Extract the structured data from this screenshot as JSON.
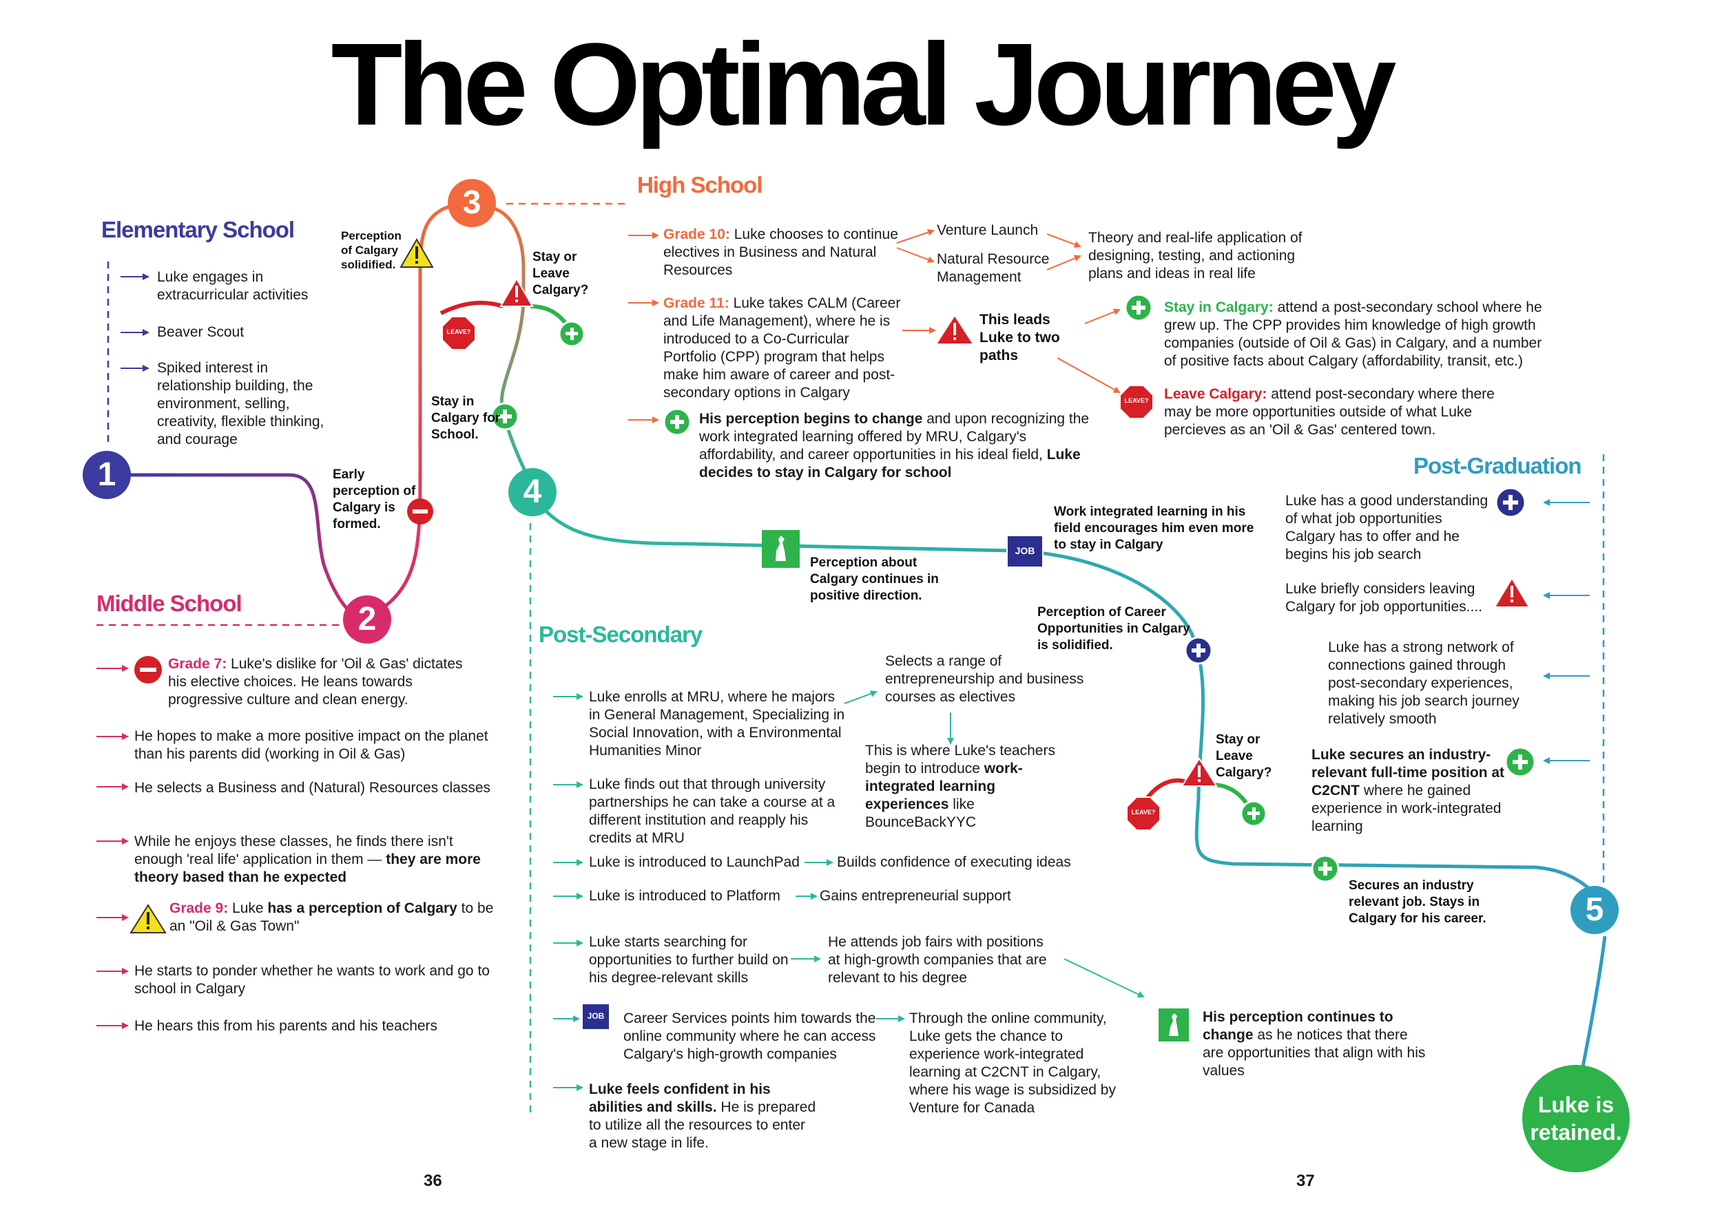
{
  "title": "The Optimal Journey",
  "colors": {
    "elementary": "#3b3ba0",
    "middle": "#d82b6a",
    "high": "#f26a3d",
    "post_secondary": "#2bb89a",
    "post_graduation": "#2f9dbf",
    "plus_green": "#2db34a",
    "alert_red": "#d61f26",
    "caution_yellow": "#f5e11b"
  },
  "sections": {
    "elementary": "Elementary School",
    "middle": "Middle School",
    "high": "High School",
    "post_secondary": "Post-Secondary",
    "post_graduation": "Post-Graduation"
  },
  "milestones": [
    "1",
    "2",
    "3",
    "4",
    "5"
  ],
  "badges": {
    "leave": "LEAVE?",
    "job": "JOB"
  },
  "final": {
    "line1": "Luke is",
    "line2": "retained."
  },
  "pages": {
    "left": "36",
    "right": "37"
  },
  "path_labels": {
    "early_perception": "Early perception of Calgary is formed.",
    "perception_solidified": "Perception of Calgary solidified.",
    "stay_or_leave_1": "Stay or Leave Calgary?",
    "stay_for_school": "Stay in Calgary for School.",
    "perception_positive": "Perception about Calgary continues in positive direction.",
    "wil_encourages": "Work integrated learning in his field encourages him even more to stay in Calgary",
    "career_solidified": "Perception of Career Opportunities in Calgary is solidified.",
    "stay_or_leave_2": "Stay or Leave Calgary?",
    "secures_job": "Secures an industry relevant job. Stays in Calgary for his career."
  },
  "elementary": {
    "items": [
      "Luke engages in extracurricular activities",
      "Beaver Scout",
      "Spiked interest in relationship building, the environment, selling, creativity, flexible thinking, and courage"
    ]
  },
  "middle": {
    "grade7_label": "Grade 7:",
    "grade7_text": "Luke's dislike for 'Oil & Gas' dictates his elective choices. He leans towards progressive culture and clean energy.",
    "item2": "He hopes to make a more positive impact on the planet than his parents did (working in Oil & Gas)",
    "item3": "He selects a Business and (Natural) Resources classes",
    "item4_a": "While he enjoys these classes, he finds there isn't enough 'real life' application in them — ",
    "item4_b": "they are more theory based than he expected",
    "grade9_label": "Grade 9:",
    "grade9_a": "Luke ",
    "grade9_b": "has a perception of Calgary",
    "grade9_c": " to be an \"Oil & Gas Town\"",
    "item6": "He starts to ponder whether he wants to work and go to school in Calgary",
    "item7": "He hears this from his parents and his teachers"
  },
  "high": {
    "grade10_label": "Grade 10:",
    "grade10_text": "Luke chooses to continue electives in Business and Natural Resources",
    "venture_launch": "Venture Launch",
    "nrm": "Natural Resource Management",
    "theory": "Theory and real-life application of designing, testing, and actioning plans and ideas in real life",
    "grade11_label": "Grade 11:",
    "grade11_text": "Luke takes CALM (Career and Life Management), where he is introduced to a Co-Curricular Portfolio (CPP) program that helps make him aware of career and post-secondary options in Calgary",
    "two_paths": "This leads Luke to two paths",
    "stay_label": "Stay in Calgary:",
    "stay_text": "attend a post-secondary school where he grew up. The CPP provides him knowledge of high growth companies (outside of Oil & Gas) in Calgary, and a number of positive facts about Calgary (affordability, transit, etc.)",
    "leave_label": "Leave Calgary:",
    "leave_text": "attend post-secondary where there may be more opportunities outside of what Luke percieves as an 'Oil & Gas' centered town.",
    "perception_a": "His perception  begins to change",
    "perception_b": " and upon recognizing the work integrated learning offered by MRU, Calgary's affordability, and career opportunities in his ideal field, ",
    "perception_c": "Luke decides to stay in Calgary for school"
  },
  "post_secondary": {
    "mru": "Luke enrolls at MRU, where he majors in General Management, Specializing in Social Innovation, with a Environmental Humanities Minor",
    "courses": "Selects a range of entrepreneurship and business courses as electives",
    "teachers_a": "This is where Luke's teachers begin to introduce ",
    "teachers_b": "work-integrated learning experiences",
    "teachers_c": " like BounceBackYYC",
    "partnerships": "Luke finds out that through university partnerships he can take a course at a different institution and reapply his credits at MRU",
    "launchpad": "Luke is introduced to LaunchPad",
    "launchpad_result": "Builds confidence of executing ideas",
    "platform": "Luke is introduced to Platform",
    "platform_result": "Gains entrepreneurial support",
    "searching": "Luke starts searching for opportunities to further build on his degree-relevant skills",
    "job_fairs": "He attends job fairs with positions at high-growth companies that are relevant to his degree",
    "career_services": "Career Services points him towards the online community where he can access Calgary's high-growth companies",
    "online_community": "Through the online community, Luke gets the chance to experience work-integrated learning at C2CNT in Calgary, where his wage is subsidized by Venture for Canada",
    "confident_a": "Luke feels confident in his abilities and skills.",
    "confident_b": " He is prepared to utilize all the resources to enter a new stage in life.",
    "perception_a": "His perception continues to change",
    "perception_b": " as he notices that there are opportunities that align with his values"
  },
  "post_graduation": {
    "item1": "Luke has a good understanding of what job opportunities Calgary has to offer and he begins his job search",
    "item2": "Luke briefly considers leaving Calgary for job opportunities....",
    "item3": "Luke has a strong network of connections gained through post-secondary experiences, making his job search journey relatively smooth",
    "item4_a": "Luke secures an industry-relevant full-time position at C2CNT",
    "item4_b": " where he gained experience in work-integrated learning"
  }
}
